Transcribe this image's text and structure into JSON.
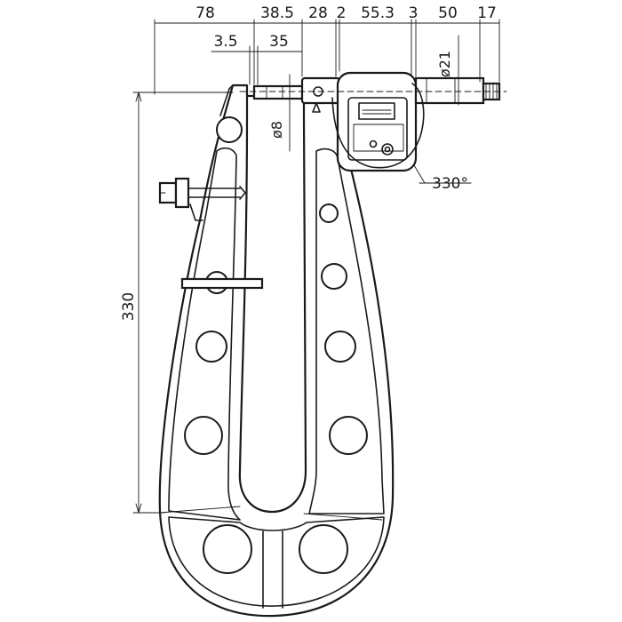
{
  "dimensions": {
    "top_row": [
      "78",
      "38.5",
      "28",
      "2",
      "55.3",
      "3",
      "50",
      "17"
    ],
    "second_row": [
      "3.5",
      "35"
    ],
    "height": "330",
    "spindle_diameter": "ø8",
    "thimble_diameter": "ø21",
    "display_rotation": "330°"
  }
}
